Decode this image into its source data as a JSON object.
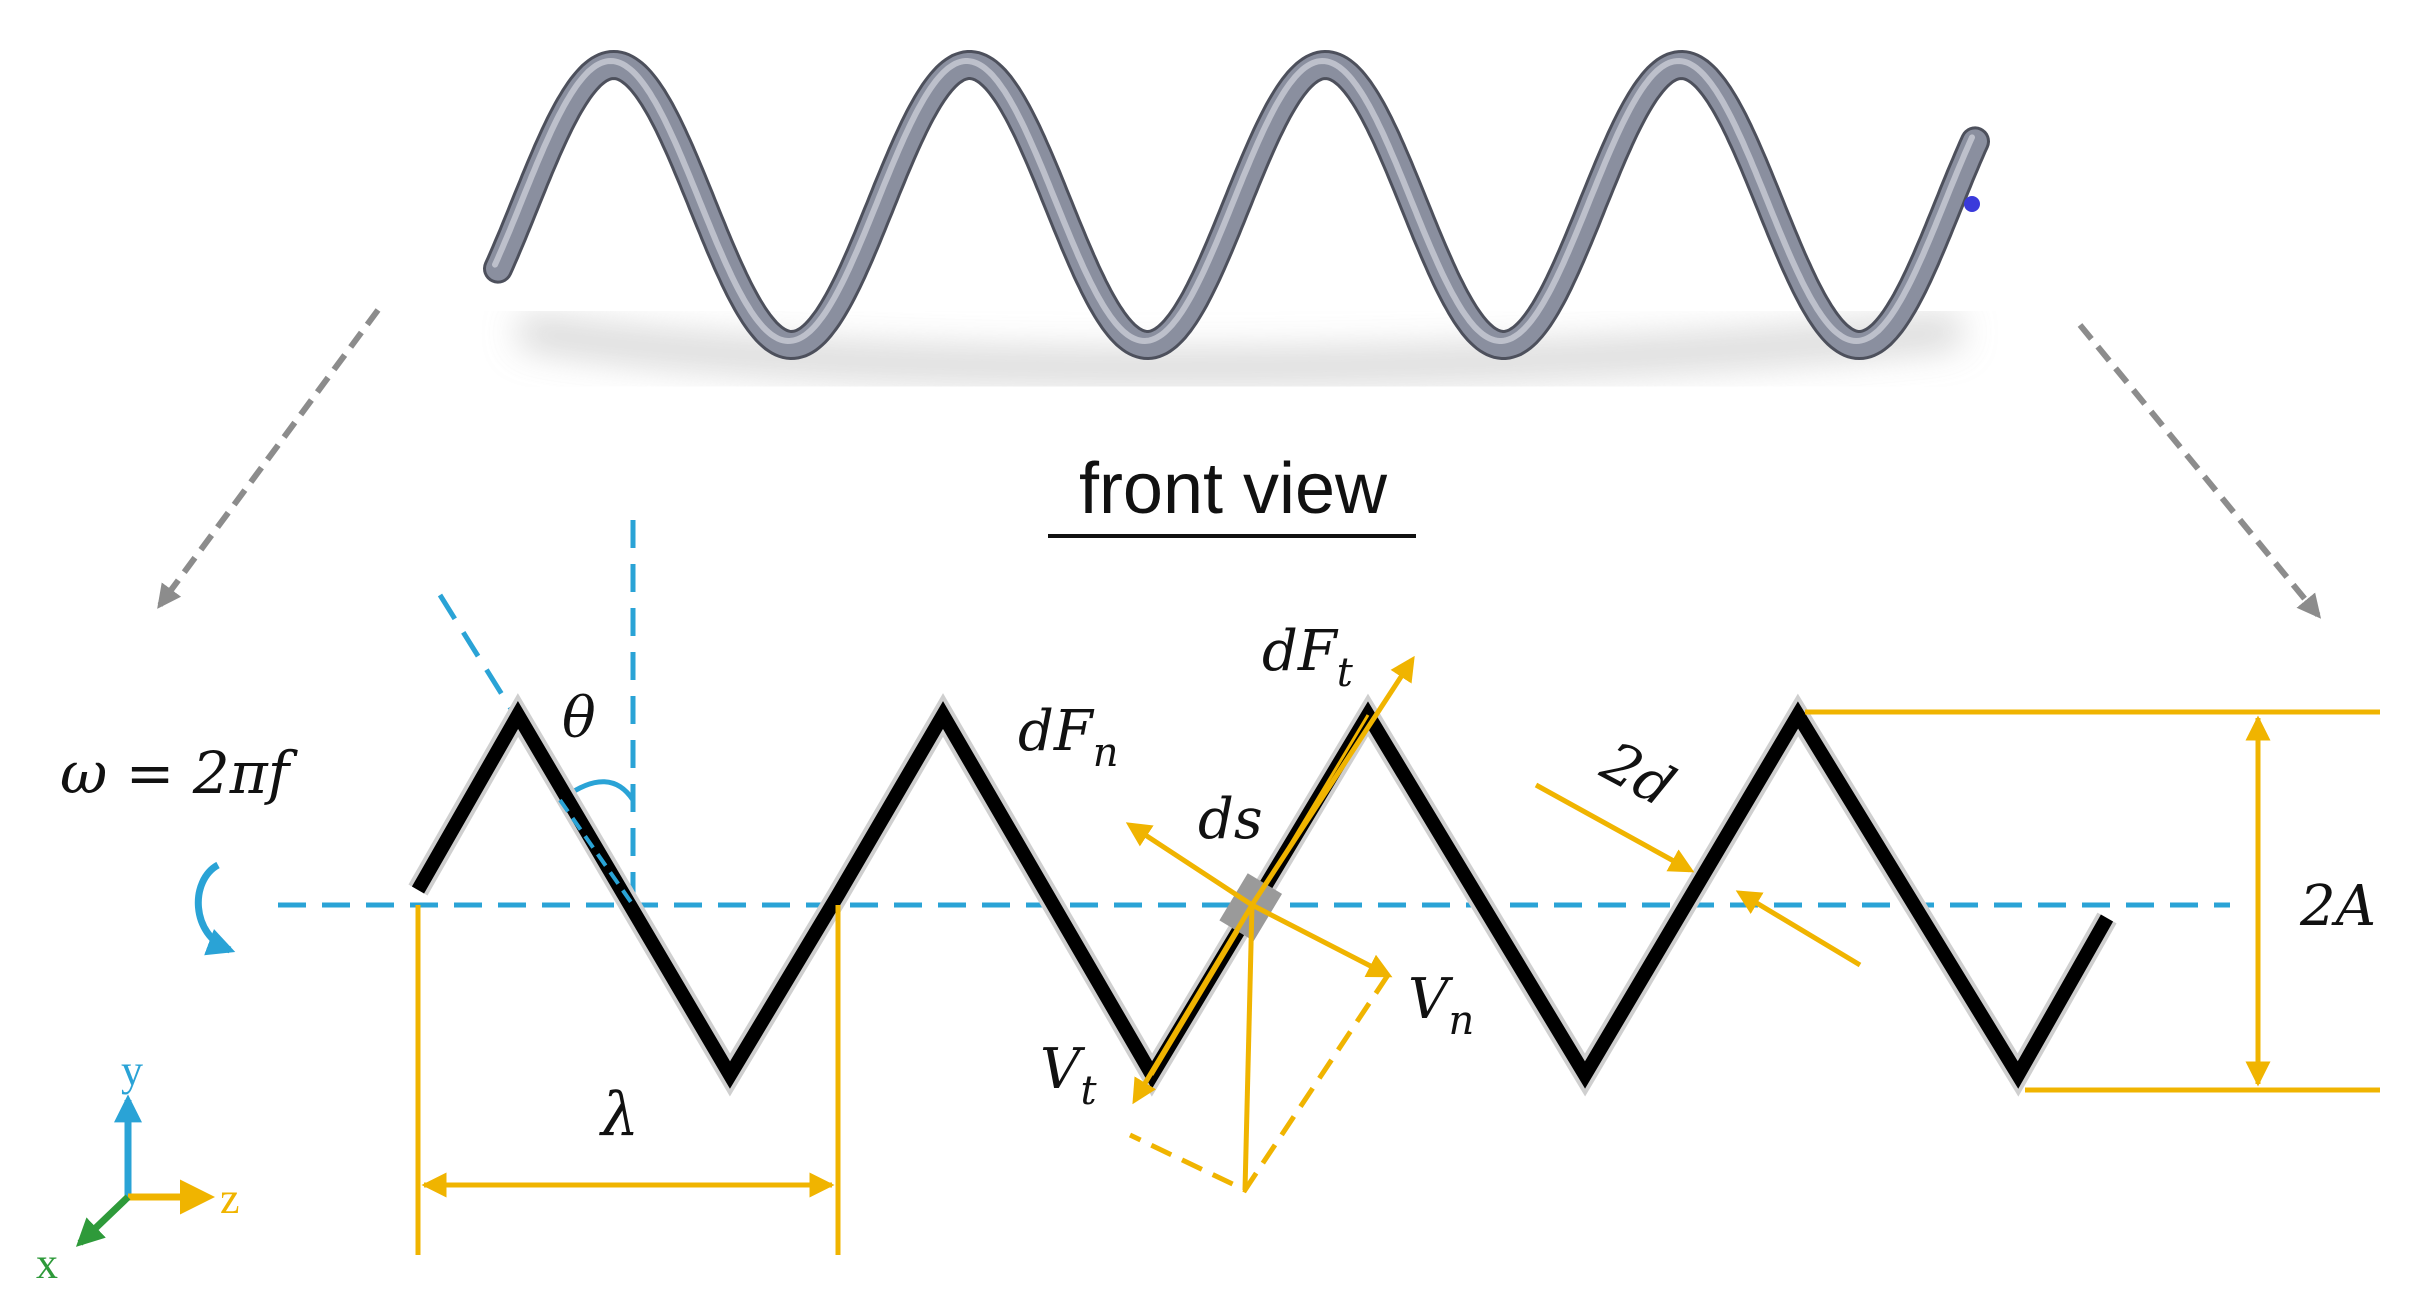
{
  "caption": "front view",
  "labels": {
    "omega": "ω = 2πf",
    "theta": "θ",
    "dFn": "dF",
    "dFn_sub": "n",
    "dFt": "dF",
    "dFt_sub": "t",
    "ds": "ds",
    "two_d": "2d",
    "two_A": "2A",
    "lambda": "λ",
    "Vn": "V",
    "Vn_sub": "n",
    "Vt": "V",
    "Vt_sub": "t"
  },
  "axes": {
    "x": "x",
    "y": "y",
    "z": "z"
  },
  "colors": {
    "helix": "#8a8f9f",
    "wire": "#000000",
    "axis_dash": "#2aa3d6",
    "dimension": "#f0b400",
    "arrow_gray": "#8c8c8c",
    "axis_y": "#2aa3d6",
    "axis_z": "#f0b400",
    "axis_x": "#2e9a3a"
  }
}
